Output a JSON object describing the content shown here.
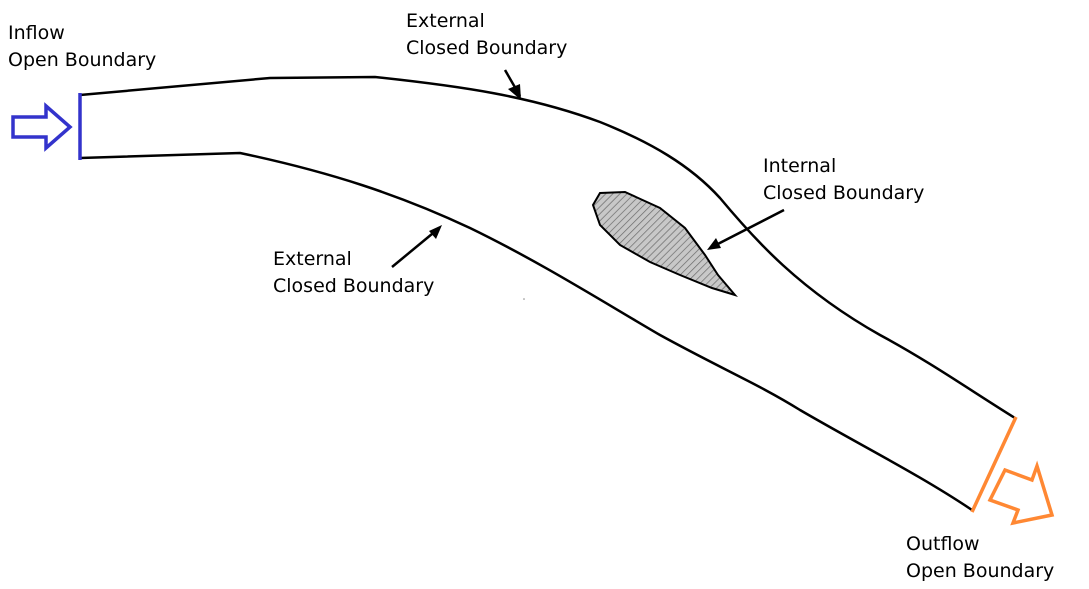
{
  "labels": {
    "inflow": [
      "Inflow",
      "Open Boundary"
    ],
    "external_top": [
      "External",
      "Closed Boundary"
    ],
    "internal": [
      "Internal",
      "Closed Boundary"
    ],
    "external_bottom": [
      "External",
      "Closed Boundary"
    ],
    "outflow": [
      "Outflow",
      "Open Boundary"
    ]
  },
  "colors": {
    "inflow": "#3333cc",
    "outflow": "#ff8833",
    "boundary": "#000000",
    "island_fill": "#cccccc"
  },
  "icons": {
    "inflow_arrow": "right-arrow-outline-icon",
    "outflow_arrow": "down-right-arrow-outline-icon"
  }
}
